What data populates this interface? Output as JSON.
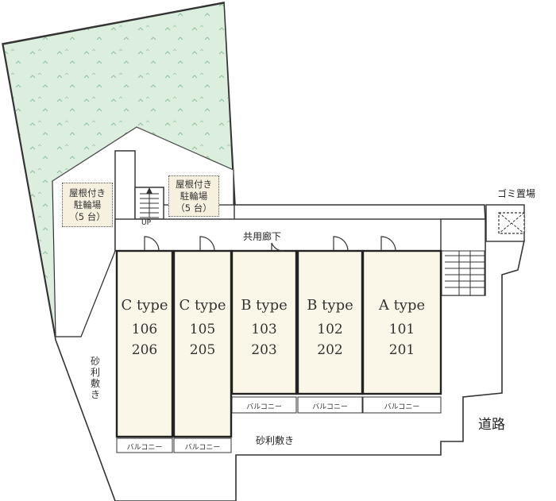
{
  "rooms": [
    {
      "type": "C type",
      "upper": "106",
      "lower": "206"
    },
    {
      "type": "C type",
      "upper": "105",
      "lower": "205"
    },
    {
      "type": "B type",
      "upper": "103",
      "lower": "203"
    },
    {
      "type": "B type",
      "upper": "102",
      "lower": "202"
    },
    {
      "type": "A type",
      "upper": "101",
      "lower": "201"
    }
  ],
  "balcony_label": "バルコニー",
  "corridor_label": "共用廊下",
  "garbage_label": "ゴミ置場",
  "road_label": "道路",
  "gravel_bottom_label": "砂利敷き",
  "gravel_left_chars": [
    "砂",
    "利",
    "敷",
    "き"
  ],
  "stairs_label": "UP",
  "bike_parking": {
    "line1": "屋根付き",
    "line2": "駐輪場",
    "line3": "（5 台）"
  },
  "colors": {
    "garden": "#dcefdf",
    "room_fill": "#fbf7e8",
    "outline": "#222222"
  }
}
